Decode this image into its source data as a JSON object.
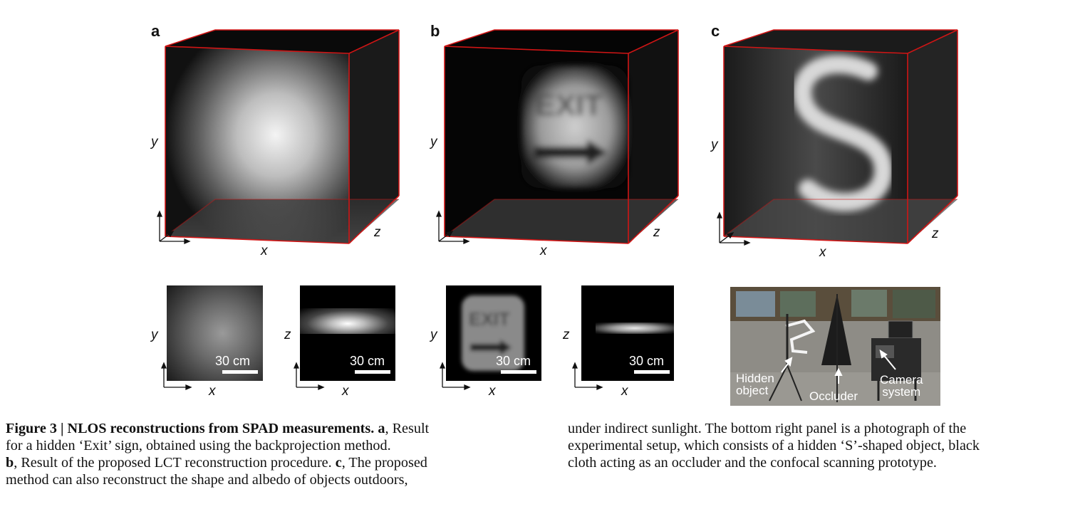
{
  "panels": {
    "a": {
      "label": "a",
      "x_axis": "x",
      "y_axis": "y",
      "z_axis": "z"
    },
    "b": {
      "label": "b",
      "x_axis": "x",
      "y_axis": "y",
      "z_axis": "z"
    },
    "c": {
      "label": "c",
      "x_axis": "x",
      "y_axis": "y",
      "z_axis": "z"
    }
  },
  "slices": [
    {
      "h_axis": "x",
      "v_axis": "y",
      "scale": "30 cm"
    },
    {
      "h_axis": "x",
      "v_axis": "z",
      "scale": "30 cm"
    },
    {
      "h_axis": "x",
      "v_axis": "y",
      "scale": "30 cm"
    },
    {
      "h_axis": "x",
      "v_axis": "z",
      "scale": "30 cm"
    }
  ],
  "photo": {
    "hidden_object_1": "Hidden",
    "hidden_object_2": "object",
    "occluder": "Occluder",
    "camera_1": "Camera",
    "camera_2": "system"
  },
  "caption": {
    "title": "Figure 3 | NLOS reconstructions from SPAD measurements.",
    "left_line1_a": "a",
    "left_line1_rest": ", Result",
    "left_line2": "for a hidden ‘Exit’ sign, obtained using the backprojection method.",
    "left_line3_b": "b",
    "left_line3_mid": ", Result of the proposed LCT reconstruction procedure. ",
    "left_line3_c": "c",
    "left_line3_rest": ", The proposed",
    "left_line4": "method can also reconstruct the shape and albedo of objects outdoors,",
    "right_line1": "under indirect sunlight. The bottom right panel is a photograph of the",
    "right_line2": "experimental setup, which consists of a hidden ‘S’-shaped object, black",
    "right_line3": "cloth acting as an occluder and the confocal scanning prototype."
  }
}
